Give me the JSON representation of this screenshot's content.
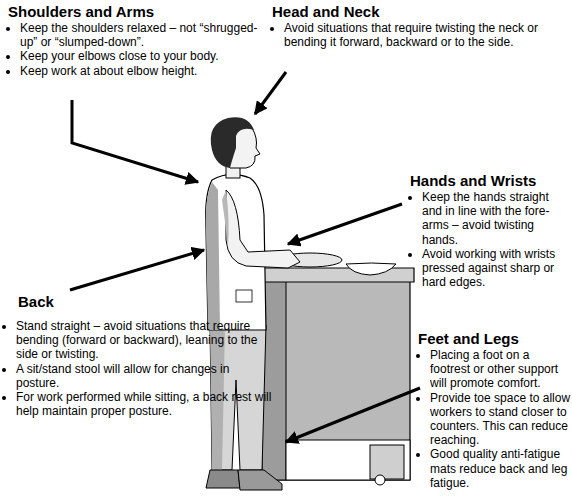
{
  "diagram": {
    "labels": [
      "Shoulders and Arms",
      "Keep the shoulders relaxed – not “shrugged-up” or “slumped-down”.",
      "Keep your elbows close to your body.",
      "Keep work at about elbow height.",
      "Head and Neck",
      "Avoid situations that require twisting the neck or bending it forward, backward or to the side.",
      "Hands and Wrists",
      "Keep the hands straight and in line with the fore-arms – avoid twisting hands.",
      "Avoid working with wrists pressed against sharp or hard edges.",
      "Back",
      "Stand straight – avoid situations that require bending (forward or backward), leaning to the side or twisting.",
      "A sit/stand stool will allow for changes in posture.",
      "For work performed while sitting, a back rest will help maintain proper posture.",
      "Feet and Legs",
      "Placing a foot on a footrest or other support will promote comfort.",
      "Provide toe space to allow workers to stand closer to counters. This can reduce reaching.",
      "Good quality anti-fatigue mats reduce back and leg fatigue."
    ]
  }
}
